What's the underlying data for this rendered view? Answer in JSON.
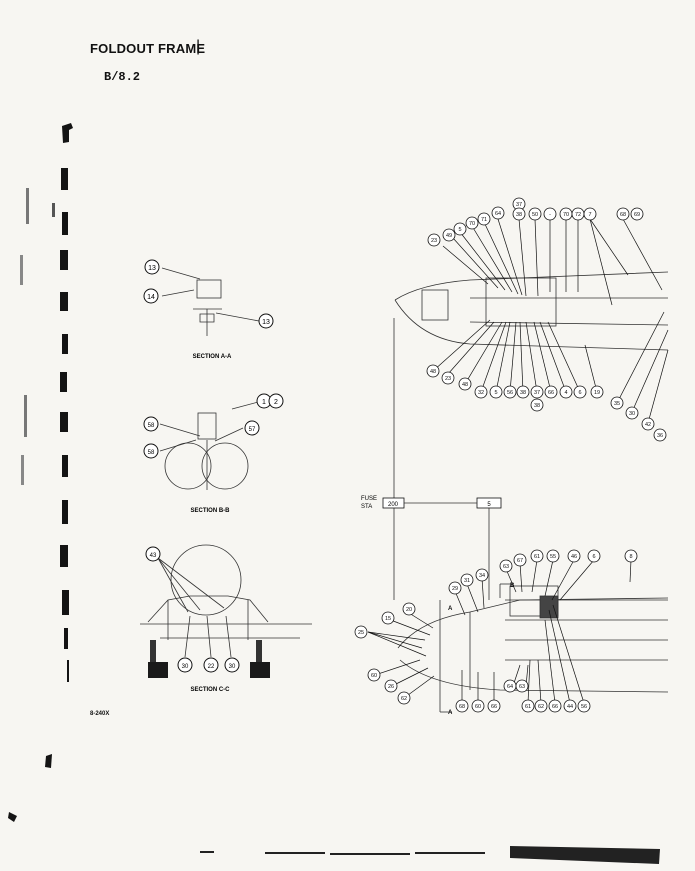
{
  "header": {
    "frame_title": "FOLDOUT FRAME",
    "frame_mark": "|",
    "page_ref": "B/8.2"
  },
  "document_id": "8-240X",
  "sections": {
    "a": {
      "title": "SECTION A-A",
      "callouts": [
        "13",
        "14",
        "13"
      ]
    },
    "b": {
      "title": "SECTION B-B",
      "callouts": [
        "1",
        "2",
        "58",
        "57",
        "58"
      ]
    },
    "c": {
      "title": "SECTION C-C",
      "callouts": [
        "43",
        "30",
        "22",
        "30"
      ]
    }
  },
  "top_view": {
    "callouts": [
      "37",
      "23",
      "49",
      "5",
      "70",
      "71",
      "64",
      "38",
      "50",
      "-",
      "70",
      "72",
      "7",
      "68",
      "69",
      "48",
      "23",
      "48",
      "32",
      "5",
      "56",
      "38",
      "37",
      "66",
      "4",
      "6",
      "19",
      "38",
      "35",
      "30",
      "42",
      "36"
    ]
  },
  "side_view": {
    "sta_label_1": "FUSE",
    "sta_label_2": "STA",
    "stations": [
      "200",
      "5"
    ],
    "section_markers": [
      "A",
      "A",
      "B"
    ],
    "callouts": [
      "63",
      "67",
      "61",
      "55",
      "46",
      "6",
      "8",
      "31",
      "34",
      "29",
      "20",
      "15",
      "25",
      "60",
      "26",
      "62",
      "64",
      "63",
      "68",
      "60",
      "66",
      "61",
      "62",
      "66",
      "44",
      "56"
    ]
  }
}
